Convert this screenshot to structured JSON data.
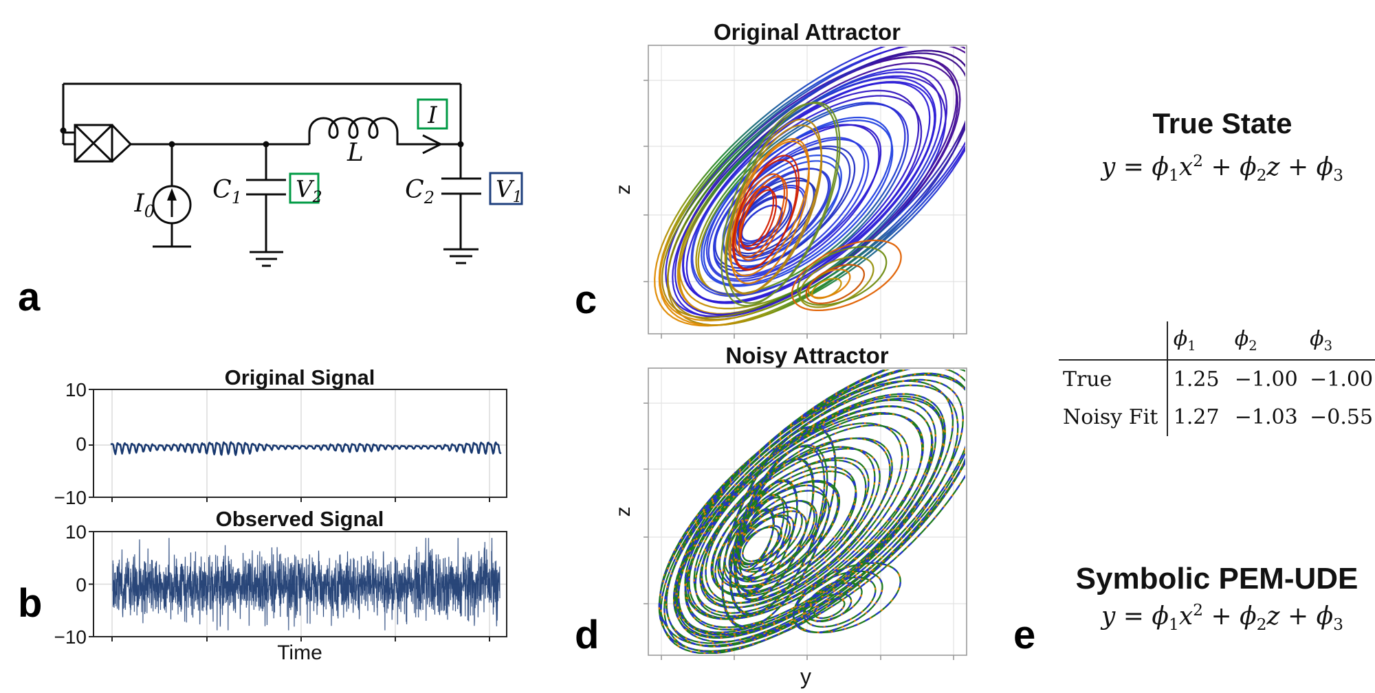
{
  "panel_labels": {
    "a": "a",
    "b": "b",
    "c": "c",
    "d": "d",
    "e": "e"
  },
  "circuit": {
    "i0": {
      "base": "I",
      "sub": "0"
    },
    "c1": {
      "base": "C",
      "sub": "1"
    },
    "c2": {
      "base": "C",
      "sub": "2"
    },
    "l": "L",
    "i_box": {
      "label": "I",
      "color": "#009a44"
    },
    "v2_box": {
      "base": "V",
      "sub": "2",
      "color": "#009a44"
    },
    "v1_box": {
      "base": "V",
      "sub": "1",
      "color": "#1e3f7d"
    }
  },
  "right_column": {
    "true_state_title": "True State",
    "symbolic_title": "Symbolic PEM-UDE",
    "equation": {
      "p0": "y",
      "p1": " = ",
      "p2": "ϕ",
      "p3": "1",
      "p4": "x",
      "p5": "2",
      "p6": " + ",
      "p7": "ϕ",
      "p8": "2",
      "p9": "z",
      "p10": " + ",
      "p11": "ϕ",
      "p12": "3"
    },
    "table": {
      "headers": [
        {
          "base": "ϕ",
          "sub": "1"
        },
        {
          "base": "ϕ",
          "sub": "2"
        },
        {
          "base": "ϕ",
          "sub": "3"
        }
      ],
      "rows": [
        {
          "label": "True",
          "v1": "1.25",
          "v2": "−1.00",
          "v3": "−1.00"
        },
        {
          "label": "Noisy Fit",
          "v1": "1.27",
          "v2": "−1.03",
          "v3": "−0.55"
        }
      ]
    }
  },
  "chart_data": [
    {
      "id": "original_signal",
      "type": "line",
      "title": "Original Signal",
      "xlabel": "",
      "ylabel": "",
      "ylim": [
        -10,
        10
      ],
      "yticks": [
        "10",
        "0",
        "−10"
      ],
      "signal_range": [
        -2.4,
        1.7
      ],
      "series_color": "#17376e",
      "grid": "vertical-only",
      "x_tick_count": 5
    },
    {
      "id": "observed_signal",
      "type": "line",
      "title": "Observed Signal",
      "xlabel": "Time",
      "ylabel": "",
      "ylim": [
        -10,
        10
      ],
      "yticks": [
        "10",
        "0",
        "−10"
      ],
      "noise_sd": 2.75,
      "signal_range": [
        -9,
        9
      ],
      "series_color": "#16356d",
      "halo_color": "#93a7c9",
      "grid": "vertical-only",
      "x_tick_count": 5
    },
    {
      "id": "original_attractor",
      "type": "line",
      "title": "Original Attractor",
      "xlabel": "",
      "ylabel": "z",
      "description": "phase portrait z vs y, nested diagonal loops colored by time",
      "grid": "both",
      "tick_labels": "none"
    },
    {
      "id": "noisy_attractor",
      "type": "line",
      "title": "Noisy Attractor",
      "xlabel": "y",
      "ylabel": "z",
      "description": "same attractor with multicolor speckled noisy coloring",
      "dash_colors": [
        "#1d7a1f",
        "#2233cc",
        "#e07d00"
      ],
      "grid": "both",
      "tick_labels": "none"
    }
  ],
  "axes": {
    "b_grid_x": [
      163,
      301,
      438,
      575,
      712
    ],
    "cd_grid_x": [
      962,
      1068,
      1174,
      1281,
      1387
    ],
    "c_grid_y": [
      117,
      213,
      313,
      410
    ],
    "d_grid_y": [
      587,
      683,
      782,
      879
    ],
    "grid_color_b": "#d9d9d9",
    "grid_color_cd": "#e2e2e2",
    "spine_color_b": "#222222",
    "spine_color_cd": "#999999"
  },
  "attractor_params": {
    "main": {
      "n": 17,
      "rot": -40,
      "a0": 0.075,
      "a1": 0.63,
      "ratio0": 0.52,
      "ratio1": 0.42,
      "cu0": 0.355,
      "cu1": 0.55,
      "cv0": 0.615,
      "cv1": 0.48,
      "colors": [
        "#2636d4",
        "#1f2dc4",
        "#2a3ae0",
        "#1b2db8",
        "#2636d4",
        "#2447e0",
        "#1f2dc4",
        "#2a3ae0",
        "g:blue",
        "#2140e0",
        "g:rainbow",
        "g:blue",
        "#2b1bd6",
        "g:rainbow",
        "g:bluepurple",
        "g:rainbow2",
        "g:rainbow"
      ]
    },
    "red": {
      "n": 6,
      "rot": -68,
      "a0": 0.1,
      "a1": 0.34,
      "ratio0": 0.42,
      "ratio1": 0.4,
      "cu0": 0.345,
      "cu1": 0.415,
      "cv0": 0.6,
      "cv1": 0.55,
      "colors": [
        "#d41f00",
        "#e04f00",
        "#cf1d00",
        "#e07c00",
        "#b8860b",
        "#6b8e23"
      ]
    },
    "lobe": {
      "n": 6,
      "rot": -25,
      "a0": 0.05,
      "a1": 0.18,
      "ratio0": 0.5,
      "ratio1": 0.5,
      "cu0": 0.565,
      "cu1": 0.615,
      "cv0": 0.84,
      "cv1": 0.8,
      "colors": [
        "#c79400",
        "#e07d00",
        "#cc5200",
        "#97910c",
        "#6f8c12",
        "#e06000"
      ]
    }
  }
}
